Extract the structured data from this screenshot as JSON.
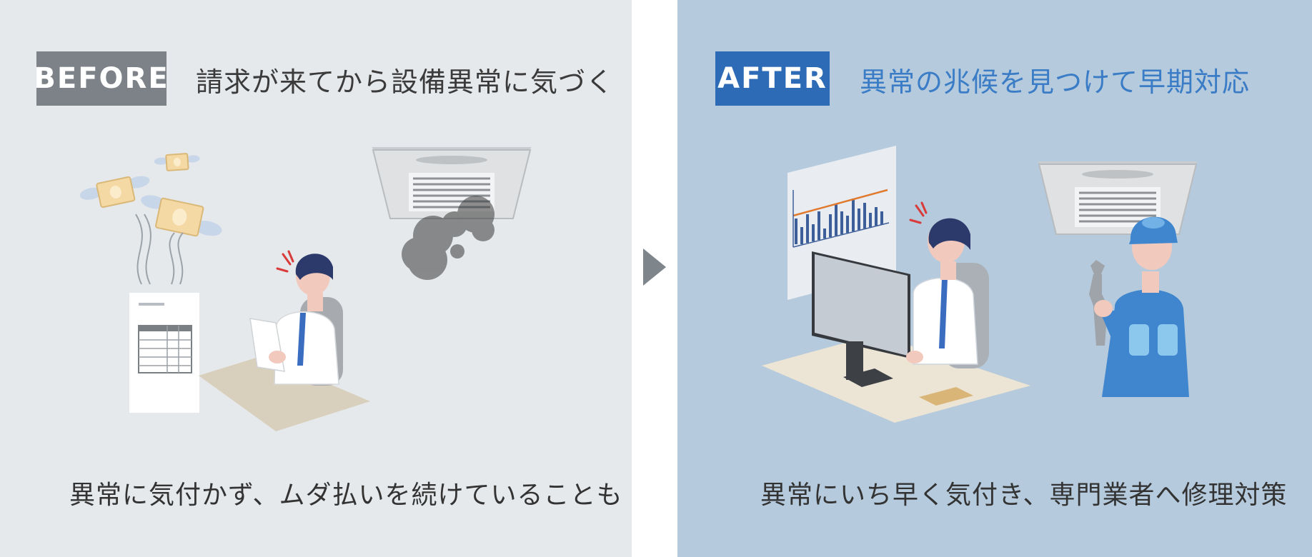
{
  "before": {
    "badge": "BEFORE",
    "headline": "請求が来てから設備異常に気づく",
    "caption": "異常に気付かず、ムダ払いを続けていることも"
  },
  "after": {
    "badge": "AFTER",
    "headline": "異常の兆候を見つけて早期対応",
    "caption": "異常にいち早く気付き、専門業者へ修理対策"
  },
  "colors": {
    "before_bg": "#e6e9ec",
    "after_bg": "#b5cadc",
    "before_badge": "#7c8287",
    "after_badge": "#2d6bb7",
    "after_headline": "#3a7cc6"
  },
  "icons": [
    "flying-money-icon",
    "bill-document-icon",
    "worried-worker-icon",
    "dirty-air-conditioner-icon",
    "arrow-right-icon",
    "chart-board-icon",
    "computer-monitor-icon",
    "air-conditioner-icon",
    "repair-technician-icon"
  ]
}
